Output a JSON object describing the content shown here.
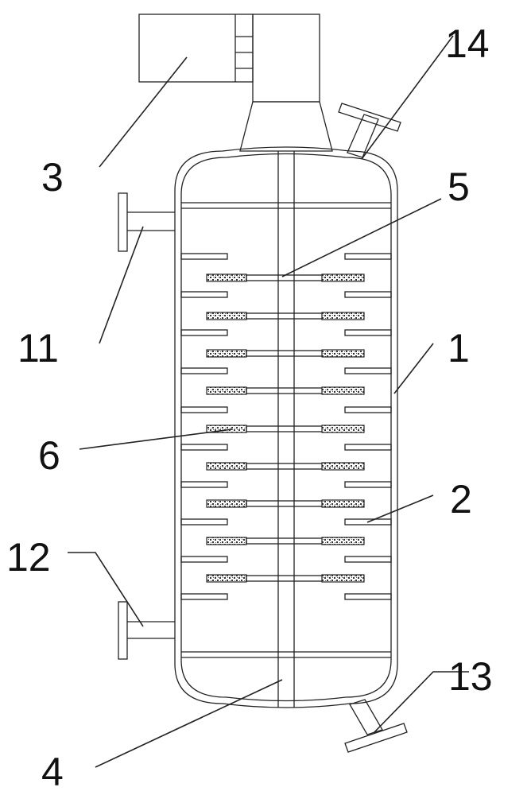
{
  "labels": {
    "l1": "1",
    "l2": "2",
    "l3": "3",
    "l4": "4",
    "l5": "5",
    "l6": "6",
    "l11": "11",
    "l12": "12",
    "l13": "13",
    "l14": "14"
  }
}
